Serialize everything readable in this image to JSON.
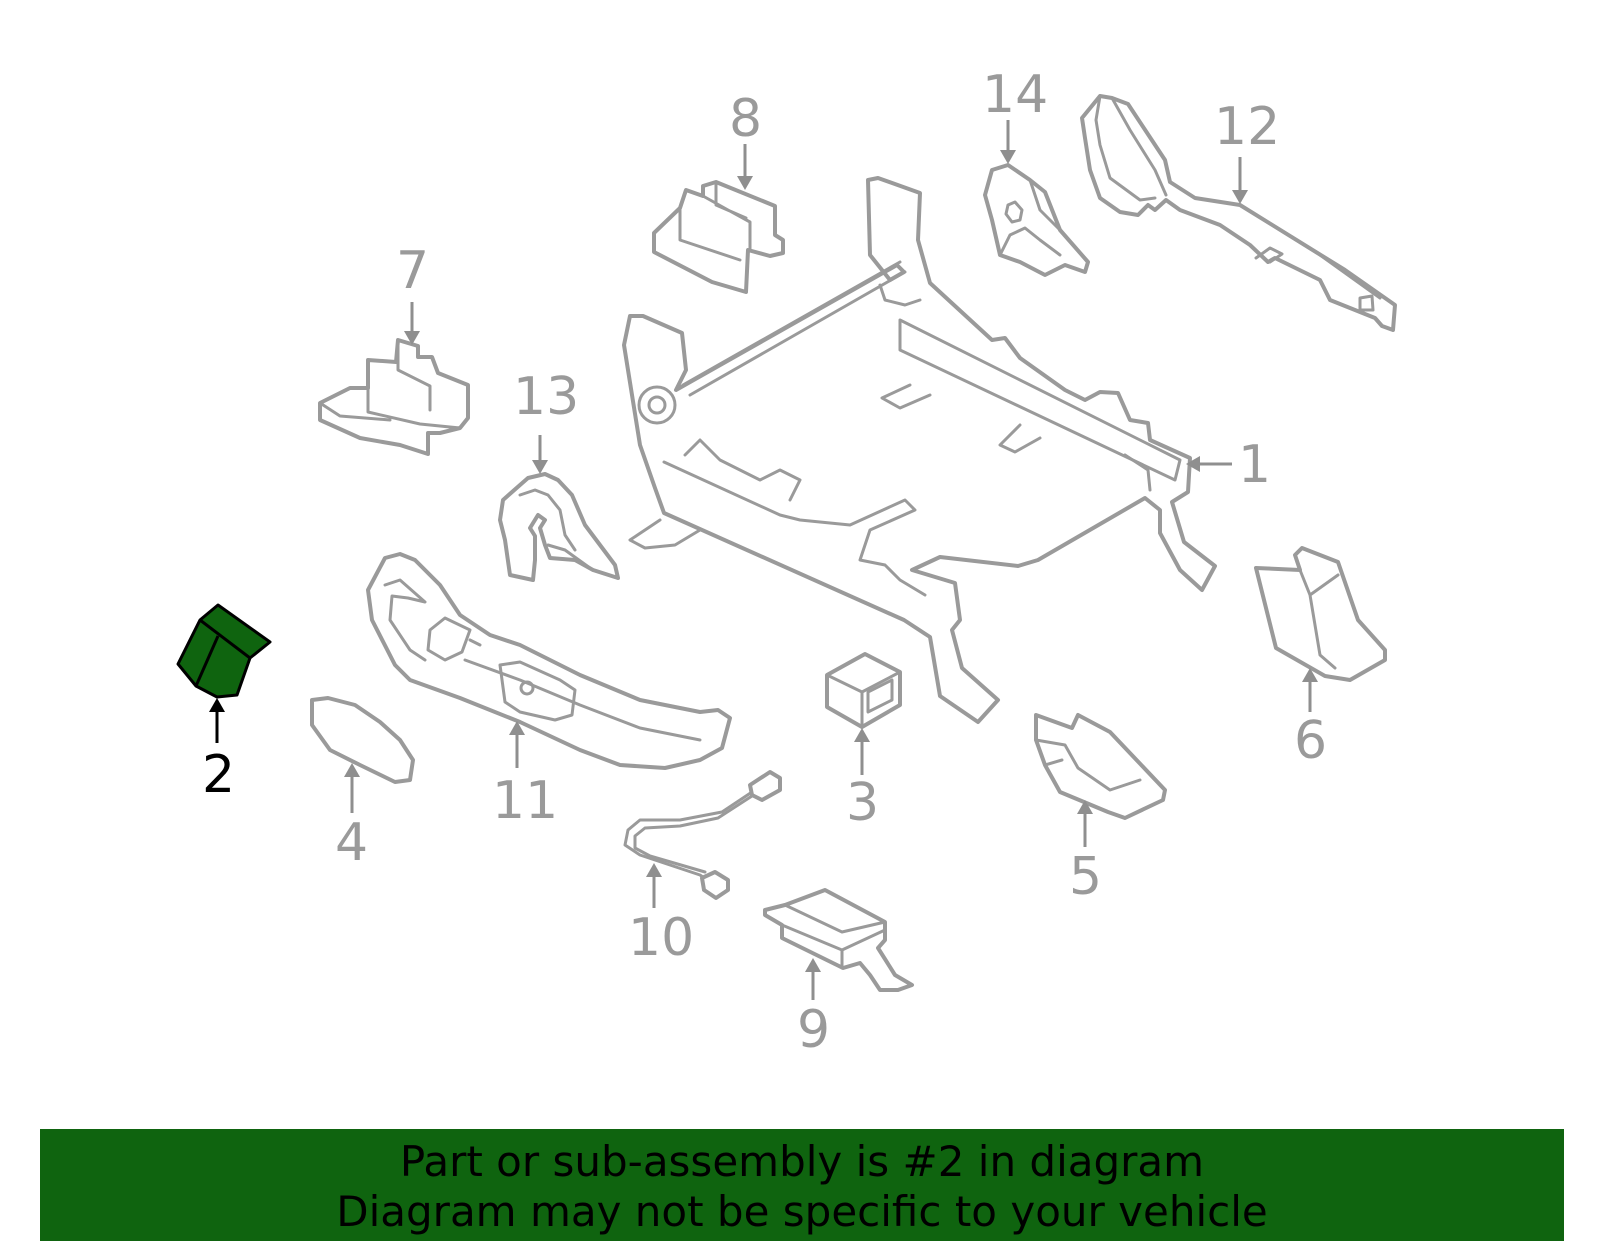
{
  "diagram": {
    "highlight_color": "#0f640f",
    "callouts": [
      {
        "id": "1",
        "label": "1"
      },
      {
        "id": "2",
        "label": "2",
        "highlighted": true
      },
      {
        "id": "3",
        "label": "3"
      },
      {
        "id": "4",
        "label": "4"
      },
      {
        "id": "5",
        "label": "5"
      },
      {
        "id": "6",
        "label": "6"
      },
      {
        "id": "7",
        "label": "7"
      },
      {
        "id": "8",
        "label": "8"
      },
      {
        "id": "9",
        "label": "9"
      },
      {
        "id": "10",
        "label": "10"
      },
      {
        "id": "11",
        "label": "11"
      },
      {
        "id": "12",
        "label": "12"
      },
      {
        "id": "13",
        "label": "13"
      },
      {
        "id": "14",
        "label": "14"
      }
    ]
  },
  "banner": {
    "line1": "Part or sub-assembly is #2 in diagram",
    "line2": "Diagram may not be specific to your vehicle",
    "background": "#0f640f"
  }
}
